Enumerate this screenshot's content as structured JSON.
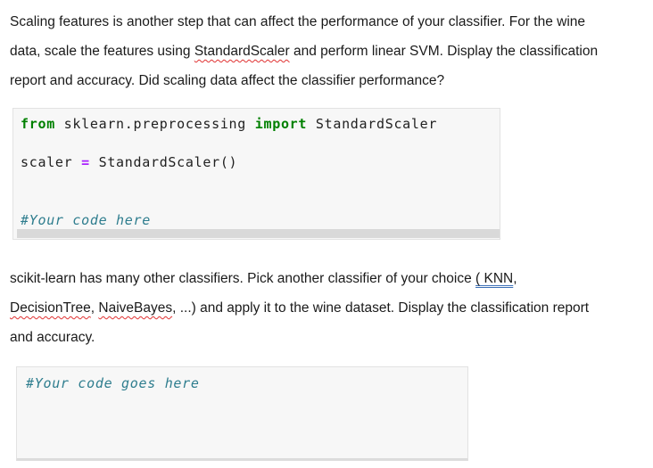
{
  "document": {
    "colors": {
      "body_text": "#1a1a1a",
      "code_text": "#212121",
      "keyword": "#008000",
      "operator": "#aa22ff",
      "comment": "#2e7d8e",
      "code_bg": "#f7f7f7",
      "code_border": "#e2e2e2",
      "scrollbar": "#d9d9d9",
      "spell_error": "#e03131",
      "grammar_error": "#3b6fb6"
    },
    "paragraphs": [
      {
        "lines": [
          [
            {
              "text": "Scaling features is another step that can affect the performance of your classifier. For the wine"
            }
          ],
          [
            {
              "text": "data, scale the features using "
            },
            {
              "text": "StandardScaler",
              "style": "spell-error"
            },
            {
              "text": " and perform linear SVM. Display the classification"
            }
          ],
          [
            {
              "text": "report and accuracy. Did scaling data affect the classifier performance?"
            }
          ]
        ]
      },
      {
        "lines": [
          [
            {
              "text": "scikit-learn has many other classifiers. Pick another classifier of your choice "
            },
            {
              "text": "( KNN",
              "style": "grammar-error"
            },
            {
              "text": ","
            }
          ],
          [
            {
              "text": "DecisionTree",
              "style": "spell-error"
            },
            {
              "text": ", "
            },
            {
              "text": "NaiveBayes",
              "style": "spell-error"
            },
            {
              "text": ", ...) and apply it to the wine dataset. Display the classification report"
            }
          ],
          [
            {
              "text": "and accuracy."
            }
          ]
        ]
      }
    ],
    "code_blocks": [
      {
        "has_scrollbar": true,
        "lines": [
          [
            {
              "text": "from",
              "style": "keyword"
            },
            {
              "text": " sklearn.preprocessing ",
              "style": "plain"
            },
            {
              "text": "import",
              "style": "keyword"
            },
            {
              "text": " StandardScaler",
              "style": "plain"
            }
          ],
          [],
          [
            {
              "text": "scaler ",
              "style": "plain"
            },
            {
              "text": "=",
              "style": "operator"
            },
            {
              "text": " StandardScaler()",
              "style": "plain"
            }
          ],
          [],
          [],
          [
            {
              "text": "#Your code here",
              "style": "comment"
            }
          ]
        ]
      },
      {
        "has_scrollbar": false,
        "lines": [
          [
            {
              "text": "#Your code goes here",
              "style": "comment"
            }
          ]
        ]
      }
    ]
  }
}
